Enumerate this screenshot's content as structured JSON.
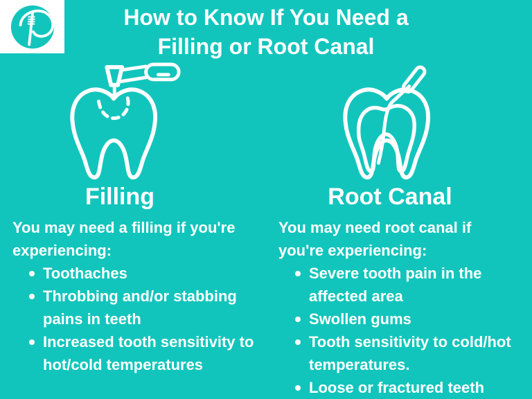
{
  "theme": {
    "background_color": "#12C5BC",
    "text_color": "#FFFFFF",
    "logo_box_color": "#FFFFFF"
  },
  "logo": {
    "icon": "toothbrush-p-logo"
  },
  "title": {
    "line1": "How to Know If You Need a",
    "line2": "Filling or Root Canal"
  },
  "filling": {
    "heading": "Filling",
    "icon": "tooth-with-drill",
    "intro": "You may need a filling if you're experiencing:",
    "bullets": [
      "Toothaches",
      "Throbbing and/or stabbing pains in teeth",
      "Increased tooth sensitivity to hot/cold temperatures"
    ]
  },
  "root_canal": {
    "heading": "Root Canal",
    "icon": "tooth-with-root-canal-file",
    "intro": "You may need root canal if you're experiencing:",
    "bullets": [
      "Severe tooth pain in the affected area",
      "Swollen gums",
      "Tooth sensitivity to cold/hot temperatures.",
      "Loose or fractured teeth"
    ]
  }
}
